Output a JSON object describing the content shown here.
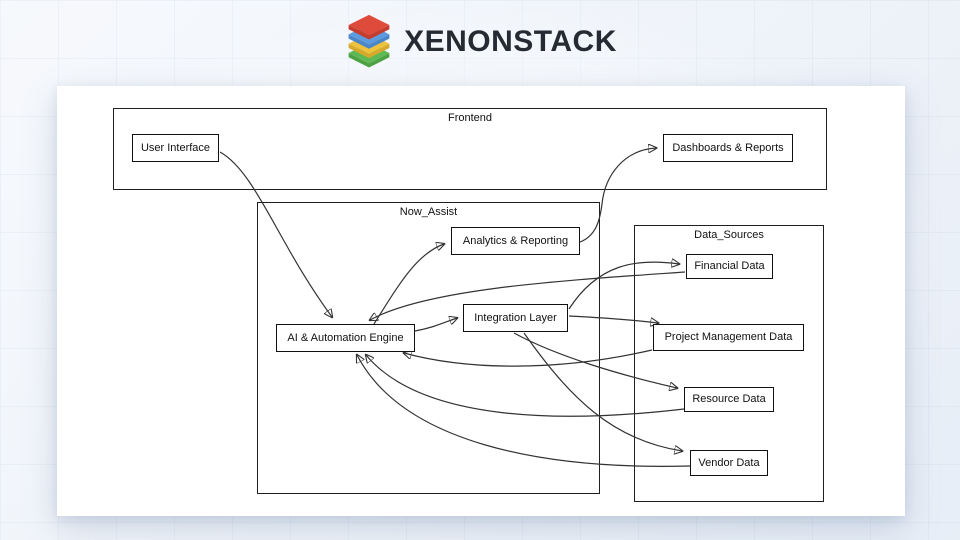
{
  "brand": {
    "name": "XENONSTACK",
    "logo_layer_colors": {
      "red": "#df4b3b",
      "blue": "#5b9be0",
      "yellow": "#eec23c",
      "green": "#5eb854"
    }
  },
  "diagram": {
    "containers": {
      "frontend": {
        "label": "Frontend"
      },
      "now_assist": {
        "label": "Now_Assist"
      },
      "data_sources": {
        "label": "Data_Sources"
      }
    },
    "nodes": {
      "user_interface": {
        "label": "User Interface"
      },
      "dashboards": {
        "label": "Dashboards & Reports"
      },
      "analytics": {
        "label": "Analytics & Reporting"
      },
      "integration": {
        "label": "Integration Layer"
      },
      "ai_engine": {
        "label": "AI & Automation Engine"
      },
      "financial": {
        "label": "Financial Data"
      },
      "project_management": {
        "label": "Project Management Data"
      },
      "resource": {
        "label": "Resource Data"
      },
      "vendor": {
        "label": "Vendor Data"
      }
    },
    "edges": [
      {
        "from": "User Interface",
        "to": "AI & Automation Engine"
      },
      {
        "from": "AI & Automation Engine",
        "to": "Analytics & Reporting"
      },
      {
        "from": "Analytics & Reporting",
        "to": "Dashboards & Reports"
      },
      {
        "from": "AI & Automation Engine",
        "to": "Integration Layer"
      },
      {
        "from": "Integration Layer",
        "to": "Financial Data"
      },
      {
        "from": "Integration Layer",
        "to": "Project Management Data"
      },
      {
        "from": "Integration Layer",
        "to": "Resource Data"
      },
      {
        "from": "Integration Layer",
        "to": "Vendor Data"
      },
      {
        "from": "Financial Data",
        "to": "AI & Automation Engine"
      },
      {
        "from": "Project Management Data",
        "to": "AI & Automation Engine"
      },
      {
        "from": "Resource Data",
        "to": "AI & Automation Engine"
      },
      {
        "from": "Vendor Data",
        "to": "AI & Automation Engine"
      }
    ],
    "stroke_color": "#333333",
    "node_border_color": "#111111",
    "background_color": "#ffffff"
  }
}
